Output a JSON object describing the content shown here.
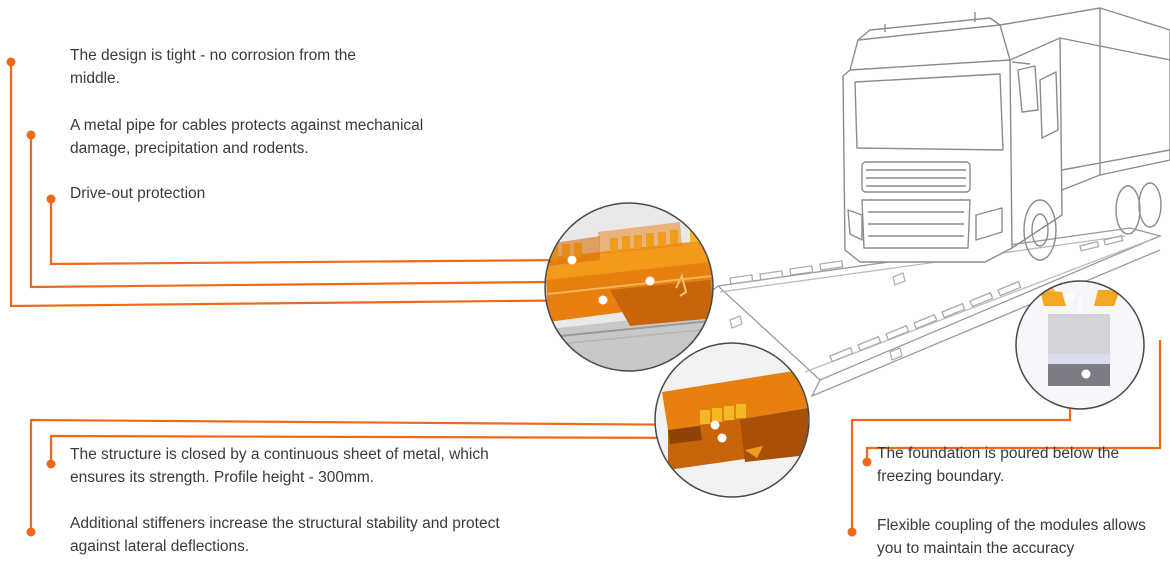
{
  "accent_color": "#ee6a1a",
  "steel_color": "#e8800f",
  "callouts": {
    "tight_design": "The design is tight - no corrosion from the middle.",
    "metal_pipe": "A metal pipe for cables protects against mechanical damage, precipitation and rodents.",
    "drive_out": "Drive-out protection",
    "closed_structure": "The structure is closed by a continuous sheet of metal, which ensures its strength. Profile height - 300mm.",
    "stiffeners": "Additional stiffeners increase the structural stability and protect against lateral deflections.",
    "foundation": "The foundation is poured below the freezing boundary.",
    "flexible_coupling": "Flexible coupling of the modules allows you to maintain the accuracy"
  }
}
